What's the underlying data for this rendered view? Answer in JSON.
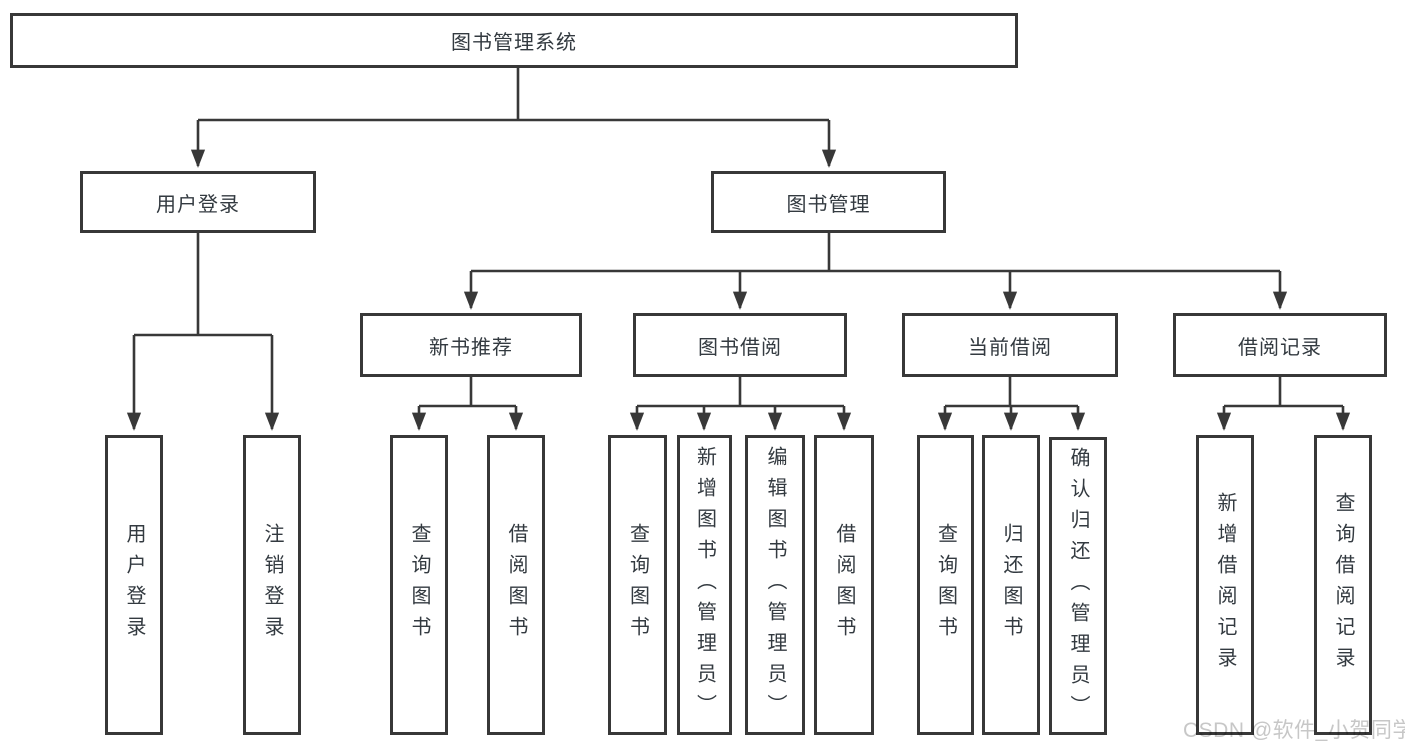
{
  "diagram": {
    "root": {
      "label": "图书管理系统"
    },
    "branches": [
      {
        "label": "用户登录",
        "children": [
          {
            "label": "用户登录"
          },
          {
            "label": "注销登录"
          }
        ]
      },
      {
        "label": "图书管理",
        "children": [
          {
            "label": "新书推荐",
            "children": [
              {
                "label": "查询图书"
              },
              {
                "label": "借阅图书"
              }
            ]
          },
          {
            "label": "图书借阅",
            "children": [
              {
                "label": "查询图书"
              },
              {
                "label": "新增图书（管理员）"
              },
              {
                "label": "编辑图书（管理员）"
              },
              {
                "label": "借阅图书"
              }
            ]
          },
          {
            "label": "当前借阅",
            "children": [
              {
                "label": "查询图书"
              },
              {
                "label": "归还图书"
              },
              {
                "label": "确认归还（管理员）"
              }
            ]
          },
          {
            "label": "借阅记录",
            "children": [
              {
                "label": "新增借阅记录"
              },
              {
                "label": "查询借阅记录"
              }
            ]
          }
        ]
      }
    ]
  },
  "watermark": {
    "text": "CSDN @软件_小贺同学"
  },
  "colors": {
    "line": "#383838",
    "text": "#333a40",
    "background": "#ffffff",
    "watermark": "#c7c7c7"
  }
}
